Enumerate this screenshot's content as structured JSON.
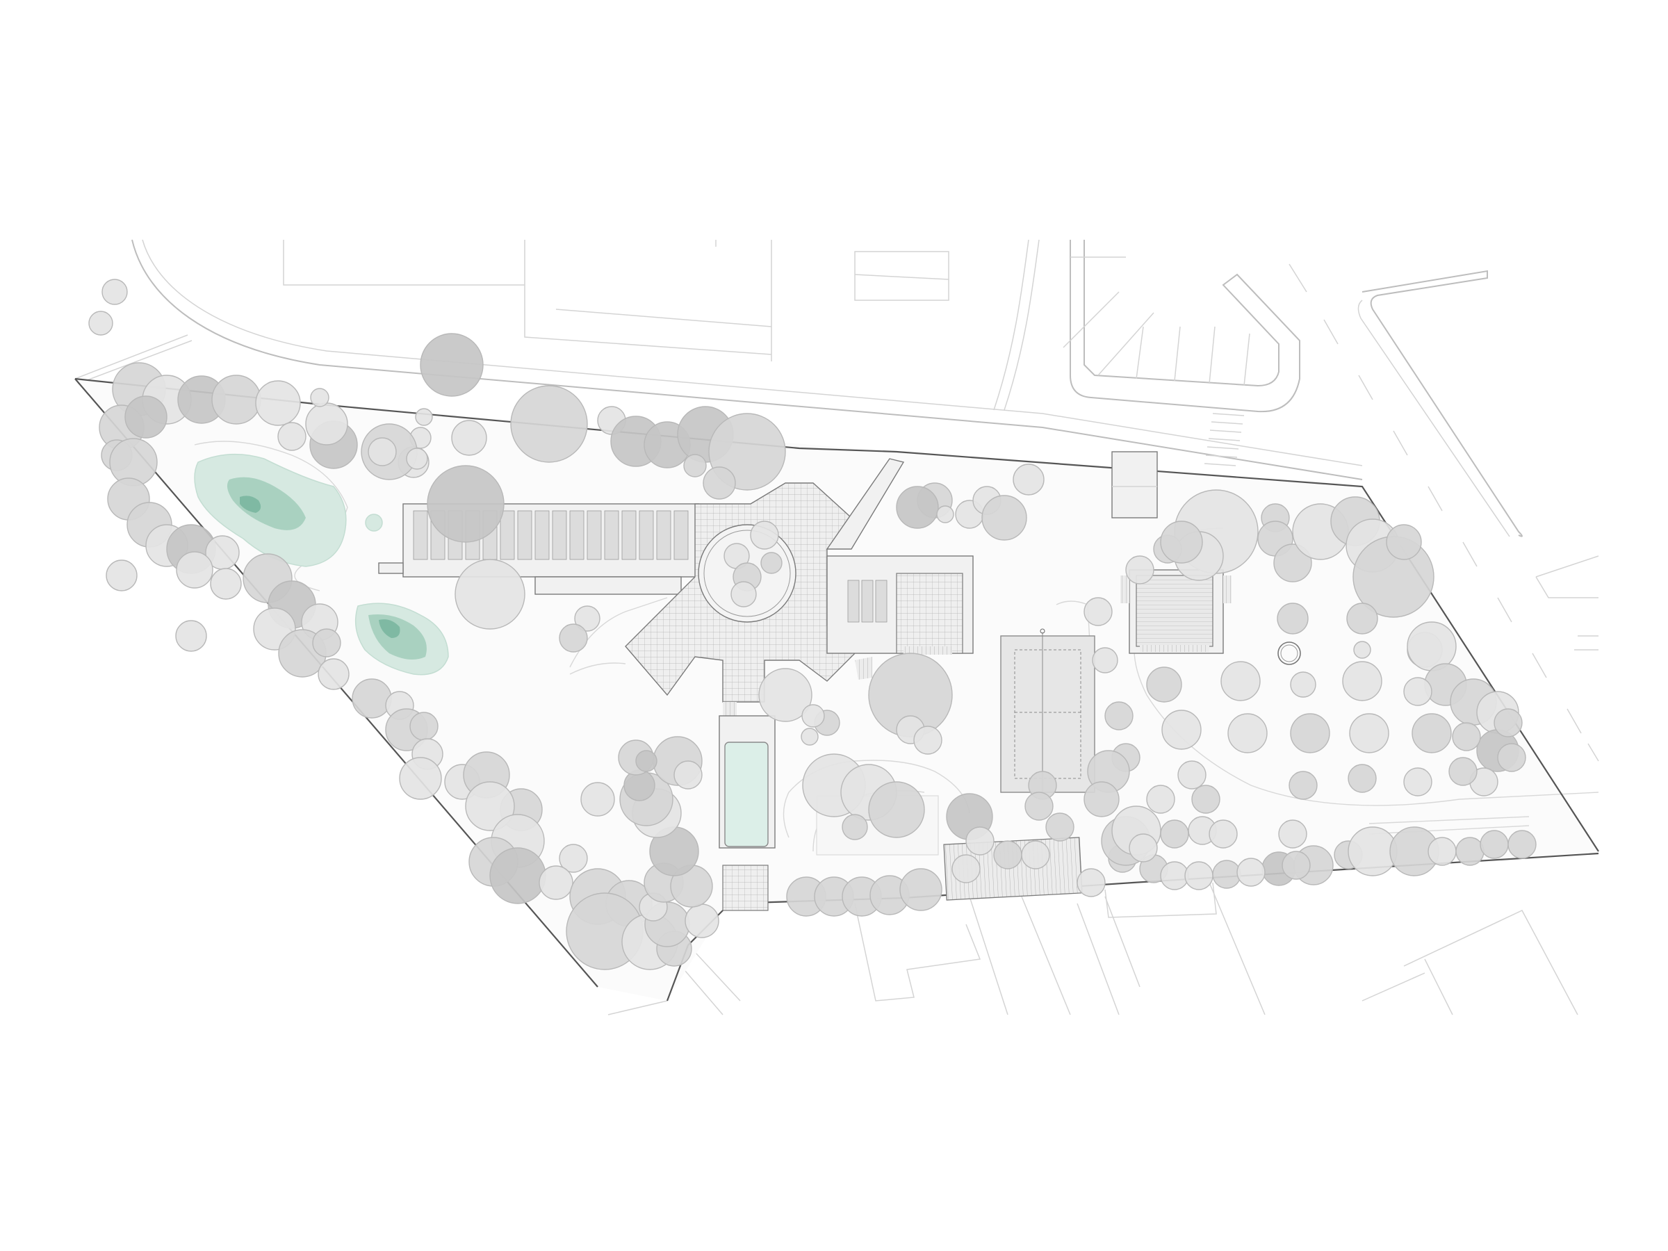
{
  "drawing": {
    "type": "site-plan",
    "labels": []
  },
  "colors": {
    "background": "#ffffff",
    "context_lines": "#d4d4d4",
    "site_boundary": "#555555",
    "building_fill": "#f1f1f1",
    "building_line": "#7a7a7a",
    "tree_light": "#e4e4e4",
    "tree_mid": "#d6d6d6",
    "tree_dark": "#c6c6c6",
    "water": "#d6e9e1",
    "water_deep": "#7fb9a3",
    "pool": "#dcefe8"
  },
  "elements": {
    "context": [
      "road",
      "parking-lot",
      "neighbouring-buildings"
    ],
    "site": [
      "main-building",
      "central-courtyard",
      "swimming-pool",
      "tennis-court",
      "pavilion",
      "pond-large",
      "pond-small",
      "trees"
    ],
    "icons": [
      "tree-icon",
      "pond-icon",
      "pool-icon",
      "court-icon"
    ]
  }
}
